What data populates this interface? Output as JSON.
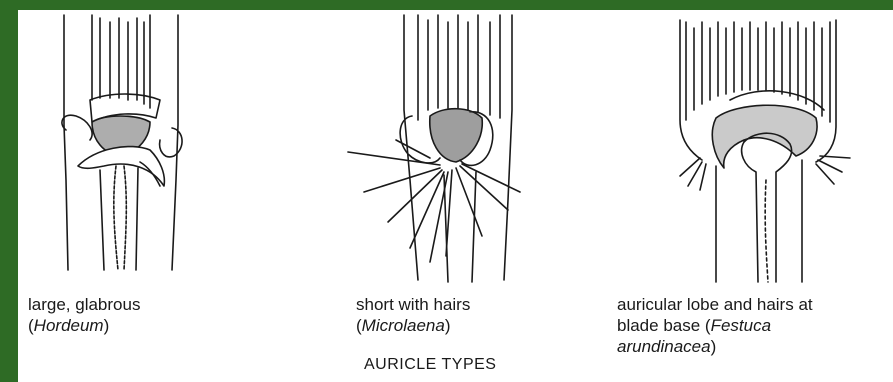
{
  "figure": {
    "title": "AURICLE TYPES",
    "panels": [
      {
        "line1": "large, glabrous",
        "genus_open": "(",
        "genus": "Hordeum",
        "genus_close": ")"
      },
      {
        "line1": "short with hairs",
        "genus_open": "(",
        "genus": "Microlaena",
        "genus_close": ")"
      },
      {
        "line1": "auricular lobe and hairs at",
        "line2_prefix": "blade base (",
        "genus_part1": "Festuca",
        "genus_part2": "arundinacea",
        "genus_close": ")"
      }
    ]
  },
  "colors": {
    "frame": "#2e6b25",
    "background": "#ffffff",
    "ink": "#1a1a1a"
  }
}
